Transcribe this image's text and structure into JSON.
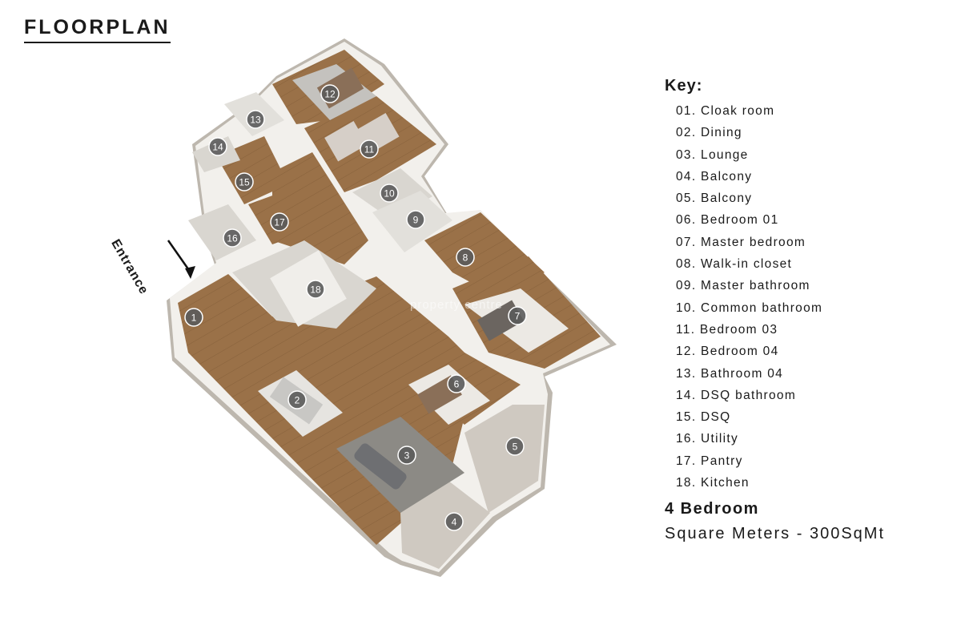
{
  "page": {
    "title": "FLOORPLAN",
    "entrance_label": "Entrance",
    "watermark": "property centre"
  },
  "key": {
    "title": "Key:",
    "items": [
      "01. Cloak room",
      "02. Dining",
      "03. Lounge",
      "04. Balcony",
      "05. Balcony",
      "06. Bedroom 01",
      "07. Master bedroom",
      "08. Walk-in closet",
      "09. Master bathroom",
      "10. Common bathroom",
      "11.  Bedroom 03",
      "12. Bedroom 04",
      "13. Bathroom 04",
      "14. DSQ bathroom",
      "15. DSQ",
      "16. Utility",
      "17. Pantry",
      "18. Kitchen"
    ]
  },
  "summary": {
    "bedrooms": "4 Bedroom",
    "area": "Square Meters - 300SqMt"
  },
  "room_markers": [
    "1",
    "2",
    "3",
    "4",
    "5",
    "6",
    "7",
    "8",
    "9",
    "10",
    "11",
    "12",
    "13",
    "14",
    "15",
    "16",
    "17",
    "18"
  ],
  "colors": {
    "wood_floor": "#9a7148",
    "tile_floor": "#d9d6d0",
    "balcony_floor": "#cfc9c1",
    "wall": "#f2f0ec",
    "wall_side": "#c9c4bc",
    "marker": "#5b5b5b",
    "rug": "#8c8a85"
  }
}
